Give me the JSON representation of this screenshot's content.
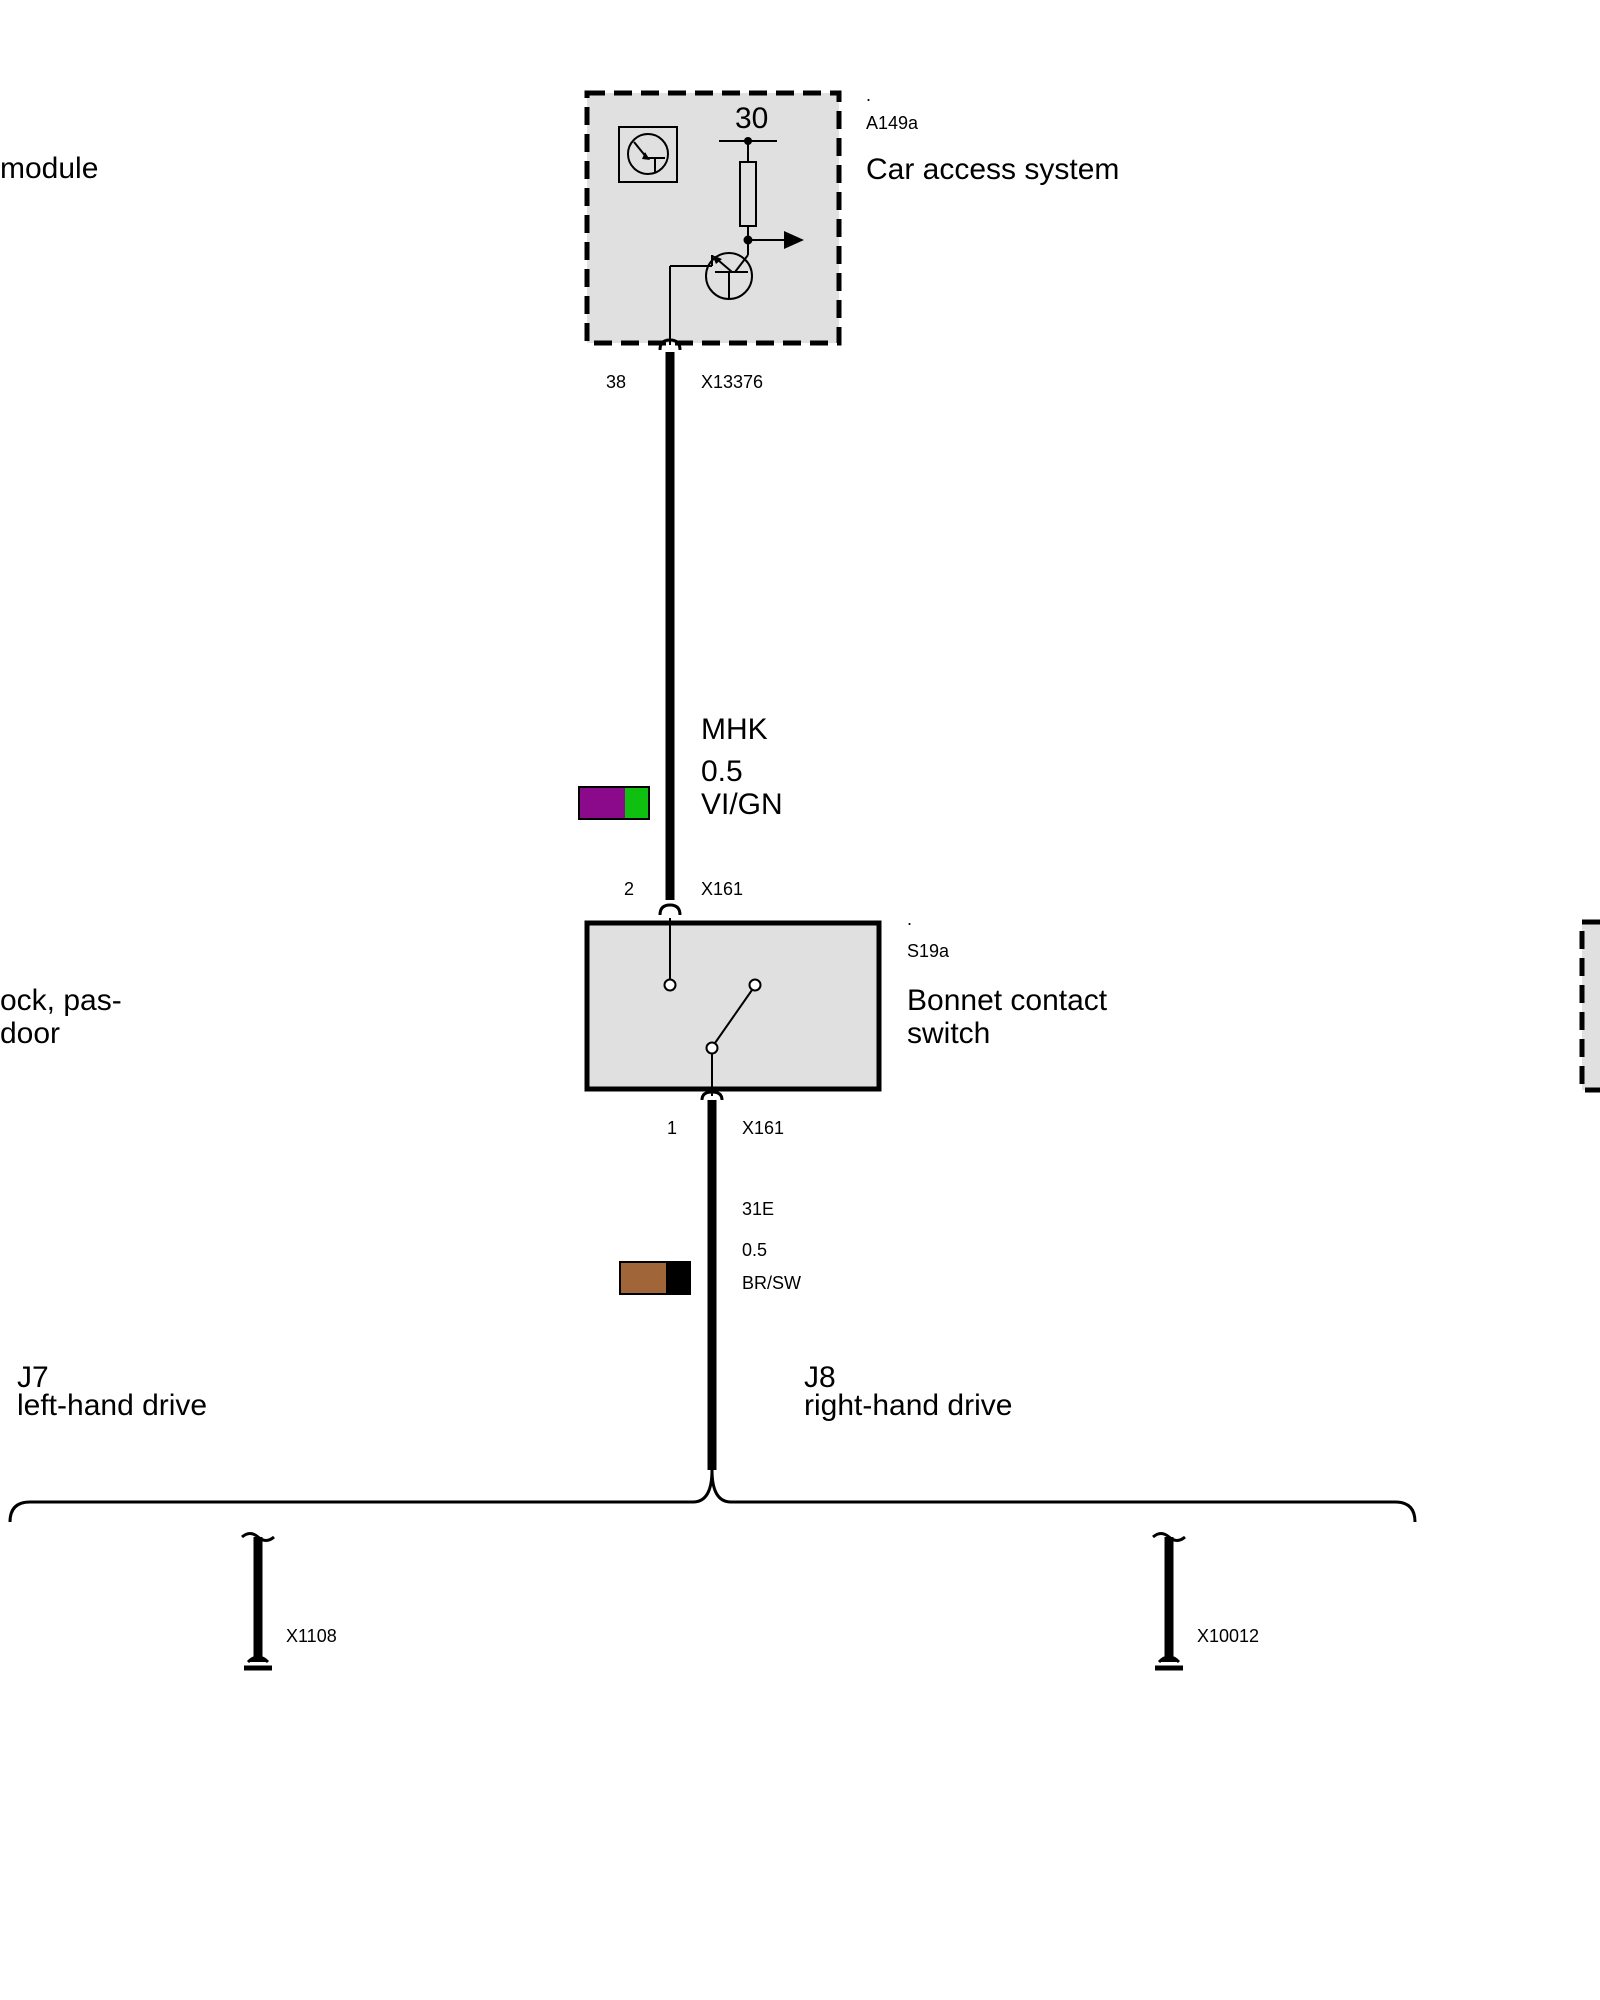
{
  "components": {
    "car_access": {
      "dot": ".",
      "id": "A149a",
      "name": "Car access system",
      "terminal": "30"
    },
    "bonnet_switch": {
      "dot": ".",
      "id": "S19a",
      "name_line1": "Bonnet contact",
      "name_line2": "switch"
    },
    "left_module": {
      "label": "module"
    },
    "left_door": {
      "line1": "ock, pas-",
      "line2": "door"
    }
  },
  "pins": {
    "a149a_pin": "38",
    "a149a_connector": "X13376",
    "s19a_top_pin": "2",
    "s19a_top_connector": "X161",
    "s19a_bottom_pin": "1",
    "s19a_bottom_connector": "X161"
  },
  "wires": {
    "upper": {
      "signal": "MHK",
      "gauge": "0.5",
      "color_code": "VI/GN",
      "colors": [
        "#8b0a8b",
        "#10c010"
      ]
    },
    "lower": {
      "signal": "31E",
      "gauge": "0.5",
      "color_code": "BR/SW",
      "colors": [
        "#a0663a",
        "#000000"
      ]
    }
  },
  "branches": {
    "j7": {
      "id": "J7",
      "desc": "left-hand drive",
      "connector": "X1108"
    },
    "j8": {
      "id": "J8",
      "desc": "right-hand drive",
      "connector": "X10012"
    }
  },
  "colors": {
    "component_fill": "#e0e0e0",
    "line": "#000000"
  }
}
